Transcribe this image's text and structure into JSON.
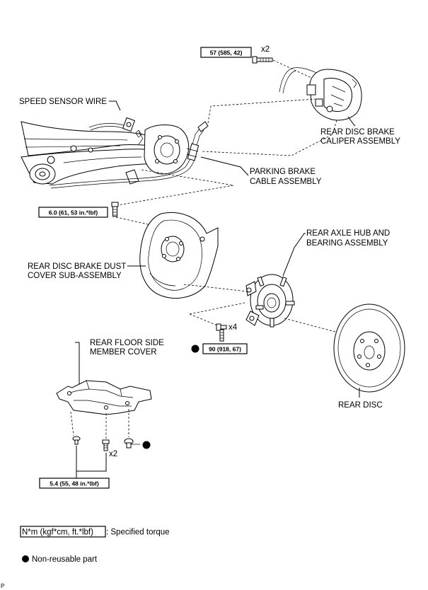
{
  "labels": {
    "speed_sensor_wire": "SPEED SENSOR WIRE",
    "caliper_l1": "REAR DISC BRAKE",
    "caliper_l2": "CALIPER ASSEMBLY",
    "parking_l1": "PARKING BRAKE",
    "parking_l2": "CABLE ASSEMBLY",
    "hub_l1": "REAR AXLE HUB AND",
    "hub_l2": "BEARING ASSEMBLY",
    "dust_l1": "REAR DISC BRAKE DUST",
    "dust_l2": "COVER SUB-ASSEMBLY",
    "floor_l1": "REAR FLOOR SIDE",
    "floor_l2": "MEMBER COVER",
    "rear_disc": "REAR DISC"
  },
  "torques": {
    "caliper": "57 (585, 42)",
    "dust_cover": "6.0 (61, 53 in.*lbf)",
    "hub": "90 (918, 67)",
    "floor_cover": "5.4 (55, 48 in.*lbf)"
  },
  "quantities": {
    "caliper": "x2",
    "hub": "x4",
    "floor_cover": "x2"
  },
  "legend": {
    "torque_box": "N*m (kgf*cm, ft.*lbf)",
    "torque_desc": ": Specified torque",
    "non_reusable": "Non-reusable part"
  },
  "corner_mark": "P"
}
